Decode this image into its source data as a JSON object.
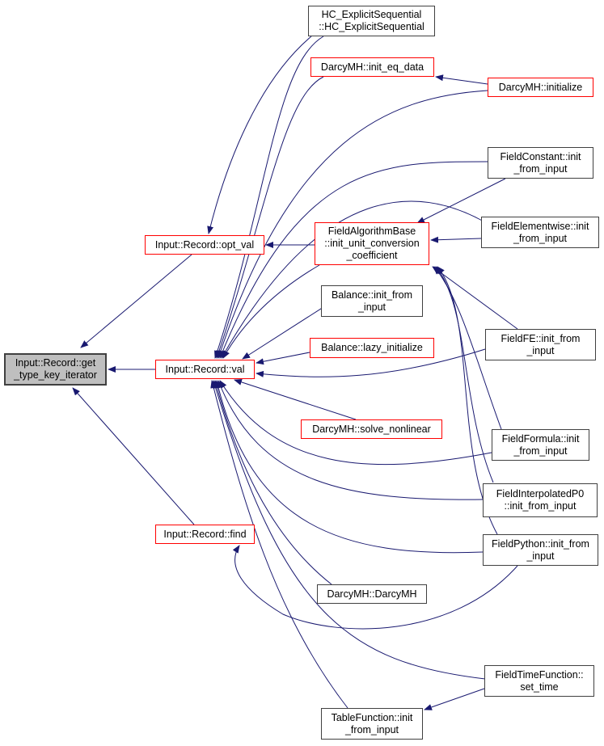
{
  "graph": {
    "edge_color": "#191970",
    "nodes": {
      "root": "Input::Record::get\n_type_key_iterator",
      "opt_val": "Input::Record::opt_val",
      "val": "Input::Record::val",
      "find": "Input::Record::find",
      "hc": "HC_ExplicitSequential\n::HC_ExplicitSequential",
      "init_eq_data": "DarcyMH::init_eq_data",
      "initialize": "DarcyMH::initialize",
      "field_constant": "FieldConstant::init\n_from_input",
      "fab": "FieldAlgorithmBase\n::init_unit_conversion\n_coefficient",
      "field_elementwise": "FieldElementwise::init\n_from_input",
      "balance_init": "Balance::init_from\n_input",
      "balance_lazy": "Balance::lazy_initialize",
      "field_fe": "FieldFE::init_from\n_input",
      "solve_nonlinear": "DarcyMH::solve_nonlinear",
      "field_formula": "FieldFormula::init\n_from_input",
      "field_interp": "FieldInterpolatedP0\n::init_from_input",
      "field_python": "FieldPython::init_from\n_input",
      "darcy_ctor": "DarcyMH::DarcyMH",
      "field_time": "FieldTimeFunction::\nset_time",
      "table_function": "TableFunction::init\n_from_input"
    }
  }
}
